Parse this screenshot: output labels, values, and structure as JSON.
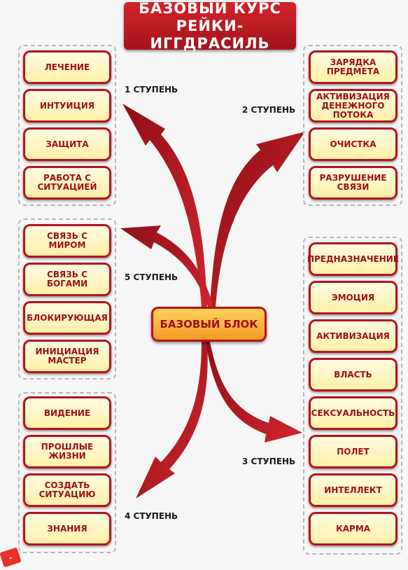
{
  "title": {
    "line1": "БАЗОВЫЙ КУРС",
    "line2": "РЕЙКИ-ИГГДРАСИЛЬ"
  },
  "center": "БАЗОВЫЙ БЛОК",
  "steps": {
    "s1": "1 СТУПЕНЬ",
    "s2": "2 СТУПЕНЬ",
    "s3": "3 СТУПЕНЬ",
    "s4": "4 СТУПЕНЬ",
    "s5": "5 СТУПЕНЬ"
  },
  "colors": {
    "accent": "#b4141c",
    "box_fill": "#fff4b8",
    "center_fill": "#f6a832",
    "arrow": "#b01a22"
  },
  "group1": [
    "ЛЕЧЕНИЕ",
    "ИНТУИЦИЯ",
    "ЗАЩИТА",
    "РАБОТА С СИТУАЦИЕЙ"
  ],
  "group2": [
    "ЗАРЯДКА ПРЕДМЕТА",
    "АКТИВИЗАЦИЯ ДЕНЕЖНОГО ПОТОКА",
    "ОЧИСТКА",
    "РАЗРУШЕНИЕ СВЯЗИ"
  ],
  "group5": [
    "СВЯЗЬ С МИРОМ",
    "СВЯЗЬ С БОГАМИ",
    "БЛОКИРУЮЩАЯ",
    "ИНИЦИАЦИЯ МАСТЕР"
  ],
  "group4": [
    "ВИДЕНИЕ",
    "ПРОШЛЫЕ ЖИЗНИ",
    "СОЗДАТЬ СИТУАЦИЮ",
    "ЗНАНИЯ"
  ],
  "group3": [
    "ПРЕДНАЗНАЧЕНИЕ",
    "ЭМОЦИЯ",
    "АКТИВИЗАЦИЯ",
    "ВЛАСТЬ",
    "СЕКСУАЛЬНОСТЬ",
    "ПОЛЕТ",
    "ИНТЕЛЛЕКТ",
    "КАРМА"
  ]
}
